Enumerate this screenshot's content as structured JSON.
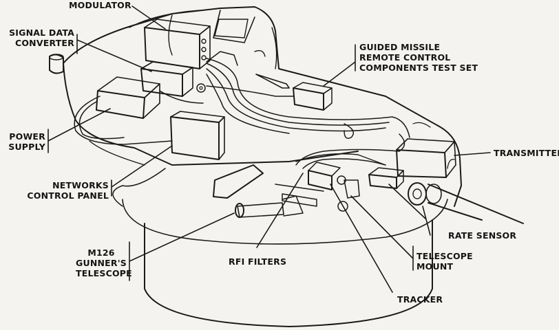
{
  "labels": {
    "modulator": [
      "MODULATOR"
    ],
    "signal_data_converter": [
      "SIGNAL DATA",
      "CONVERTER"
    ],
    "guided_missile_test_set": [
      "GUIDED MISSILE",
      "REMOTE CONTROL",
      "COMPONENTS TEST SET"
    ],
    "power_supply": [
      "POWER",
      "SUPPLY"
    ],
    "transmitter": [
      "TRANSMITTER"
    ],
    "networks_control_panel": [
      "NETWORKS",
      "CONTROL PANEL"
    ],
    "rate_sensor": [
      "RATE SENSOR"
    ],
    "m126_gunners_telescope": [
      "M126",
      "GUNNER'S",
      "TELESCOPE"
    ],
    "rfi_filters": [
      "RFI FILTERS"
    ],
    "telescope_mount": [
      "TELESCOPE",
      "MOUNT"
    ],
    "tracker": [
      "TRACKER"
    ]
  },
  "colors": {
    "ink": "#141414",
    "paper": "#f4f3ef"
  }
}
